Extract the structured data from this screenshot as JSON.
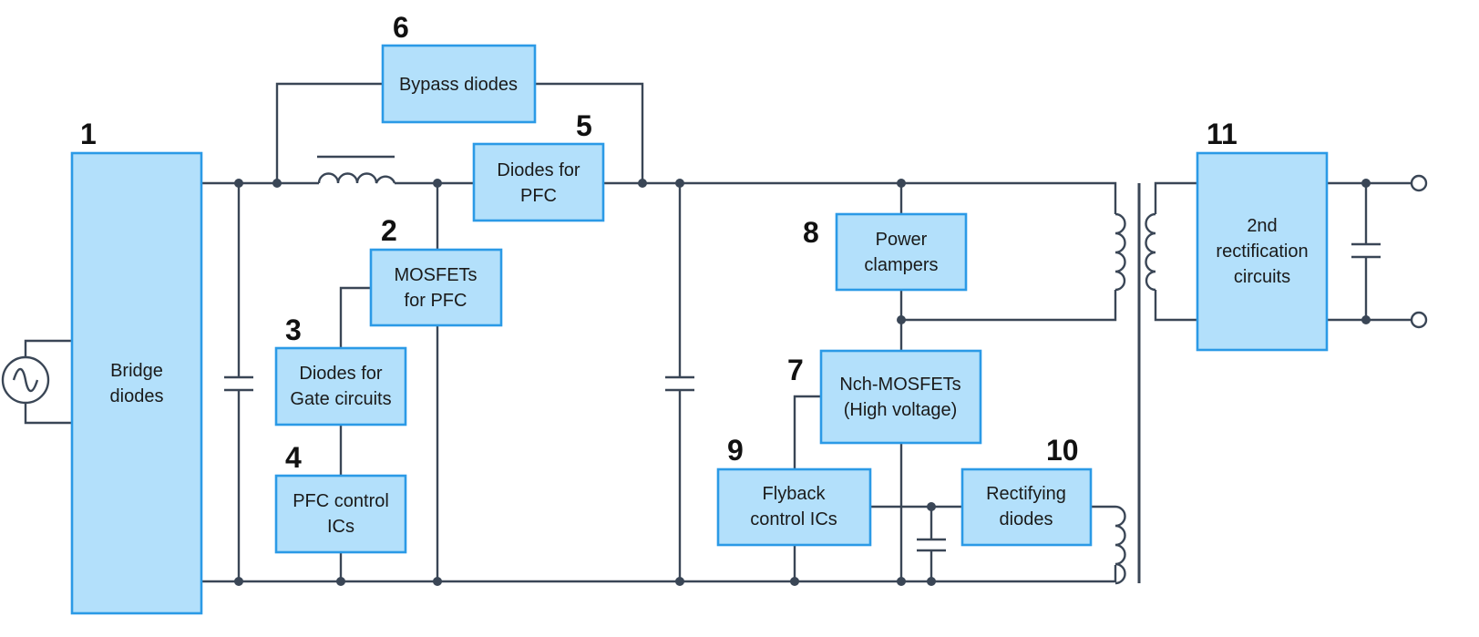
{
  "blocks": [
    {
      "id": "bridge",
      "number": "1",
      "lines": [
        "Bridge",
        "diodes"
      ]
    },
    {
      "id": "mosfet-pfc",
      "number": "2",
      "lines": [
        "MOSFETs",
        "for PFC"
      ]
    },
    {
      "id": "gate-diodes",
      "number": "3",
      "lines": [
        "Diodes for",
        "Gate circuits"
      ]
    },
    {
      "id": "pfc-ic",
      "number": "4",
      "lines": [
        "PFC control",
        "ICs"
      ]
    },
    {
      "id": "pfc-diodes",
      "number": "5",
      "lines": [
        "Diodes for",
        "PFC"
      ]
    },
    {
      "id": "bypass",
      "number": "6",
      "lines": [
        "Bypass diodes"
      ]
    },
    {
      "id": "nch-mosfet",
      "number": "7",
      "lines": [
        "Nch-MOSFETs",
        "(High voltage)"
      ]
    },
    {
      "id": "clampers",
      "number": "8",
      "lines": [
        "Power",
        "clampers"
      ]
    },
    {
      "id": "flyback-ic",
      "number": "9",
      "lines": [
        "Flyback",
        "control ICs"
      ]
    },
    {
      "id": "rect-diodes",
      "number": "10",
      "lines": [
        "Rectifying",
        "diodes"
      ]
    },
    {
      "id": "secondary",
      "number": "11",
      "lines": [
        "2nd",
        "rectification",
        "circuits"
      ]
    }
  ],
  "colors": {
    "block_fill": "#b3e0fb",
    "block_border": "#2b9ae6",
    "wire": "#3a4656"
  }
}
